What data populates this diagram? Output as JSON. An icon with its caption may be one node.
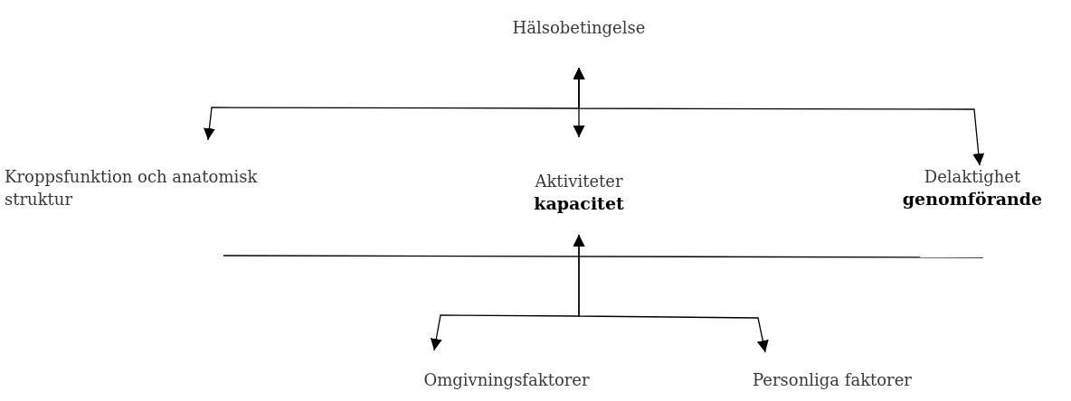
{
  "diagram": {
    "nodes": [
      {
        "text": [
          "Hälsobetingelse"
        ]
      },
      {
        "text": [
          "Kroppsfunktion och anatomisk struktur"
        ]
      },
      {
        "text": [
          "Aktiviteter",
          "kapacitet"
        ]
      },
      {
        "text": [
          "Delaktighet",
          "genomförande"
        ]
      },
      {
        "text": [
          "Omgivningsfaktorer"
        ]
      },
      {
        "text": [
          "Personliga faktorer"
        ]
      }
    ],
    "edges": [
      {
        "from": 0,
        "to": 2,
        "arrow": "both"
      },
      {
        "from": 0,
        "to": 1,
        "arrow": "both"
      },
      {
        "from": 0,
        "to": 3,
        "arrow": "both"
      },
      {
        "from": 2,
        "to": 4,
        "arrow": "both"
      },
      {
        "from": 2,
        "to": 5,
        "arrow": "both"
      }
    ]
  }
}
